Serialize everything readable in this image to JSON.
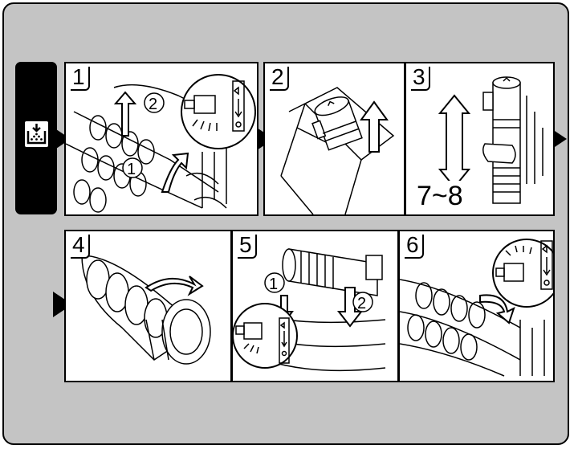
{
  "title": "",
  "steps": [
    {
      "number": "1",
      "callouts": [
        "1",
        "2"
      ]
    },
    {
      "number": "2"
    },
    {
      "number": "3",
      "caption": "7~8"
    },
    {
      "number": "4"
    },
    {
      "number": "5",
      "callouts": [
        "1",
        "2"
      ]
    },
    {
      "number": "6"
    }
  ],
  "colors": {
    "frame": "#c4c4c4",
    "tab": "#000000",
    "panel": "#ffffff",
    "ink": "#000000"
  },
  "icons": {
    "side": "toner-add-icon"
  }
}
